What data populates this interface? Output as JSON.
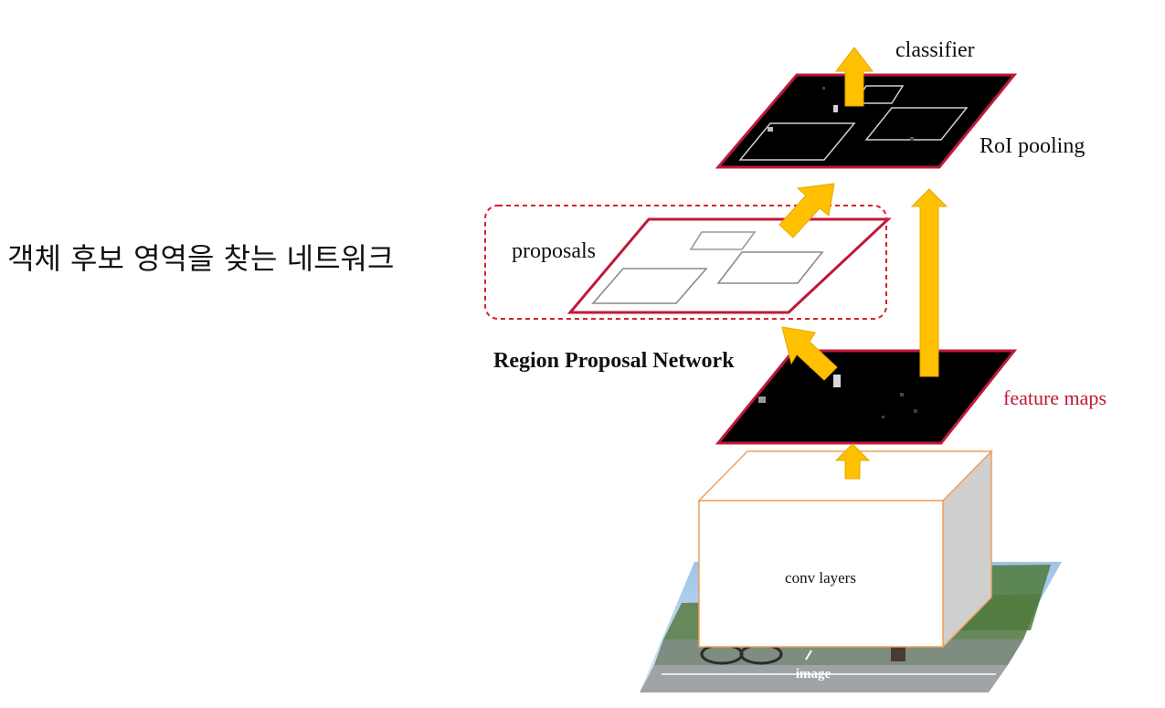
{
  "annotation": {
    "rpn_korean": "객체 후보 영역을 찾는 네트워크"
  },
  "labels": {
    "classifier": "classifier",
    "roi_pooling": "RoI pooling",
    "proposals": "proposals",
    "region_proposal_network": "Region Proposal Network",
    "feature_maps": "feature maps",
    "conv_layers": "conv layers",
    "image": "image"
  },
  "colors": {
    "arrow_fill": "#FFC000",
    "arrow_stroke": "#E6A700",
    "layer_border": "#C0183A",
    "feature_maps_text": "#C0183A",
    "rpn_box_dash": "#D81E2E",
    "conv_box_edge": "#F0A060",
    "feature_map_fill": "#000000",
    "conv_side_shade": "#CFCFCF"
  }
}
